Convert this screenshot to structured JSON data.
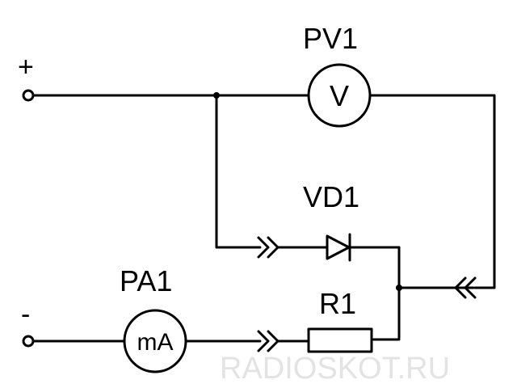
{
  "terminals": {
    "plus": "+",
    "minus": "-"
  },
  "components": {
    "voltmeter": {
      "ref": "PV1",
      "symbol": "V"
    },
    "diode": {
      "ref": "VD1"
    },
    "ammeter": {
      "ref": "PA1",
      "symbol": "mA"
    },
    "resistor": {
      "ref": "R1"
    }
  },
  "watermark": "RADIOSKOT.RU",
  "colors": {
    "wire": "#000000",
    "watermark": "#e3e3e3",
    "background": "#ffffff"
  }
}
